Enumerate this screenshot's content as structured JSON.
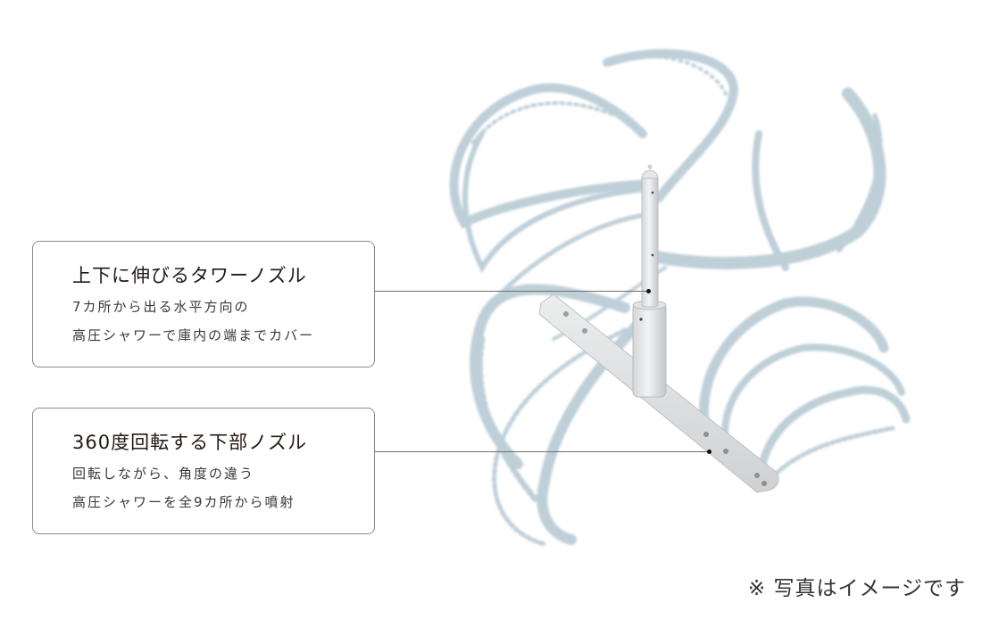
{
  "callouts": [
    {
      "title": "上下に伸びるタワーノズル",
      "lines": [
        "7カ所から出る水平方向の",
        "高圧シャワーで庫内の端までカバー"
      ]
    },
    {
      "title": "360度回転する下部ノズル",
      "lines": [
        "回転しながら、角度の違う",
        "高圧シャワーを全9カ所から噴射"
      ]
    }
  ],
  "illustration": {
    "subject": "dishwasher-spray-nozzle-with-water-jets",
    "colors": {
      "nozzle": "#e6e7e8",
      "nozzle_shadow": "#c9cbcd",
      "water": "#9fb6c4",
      "leader_line": "#6e6e6e"
    }
  },
  "note": "※ 写真はイメージです"
}
